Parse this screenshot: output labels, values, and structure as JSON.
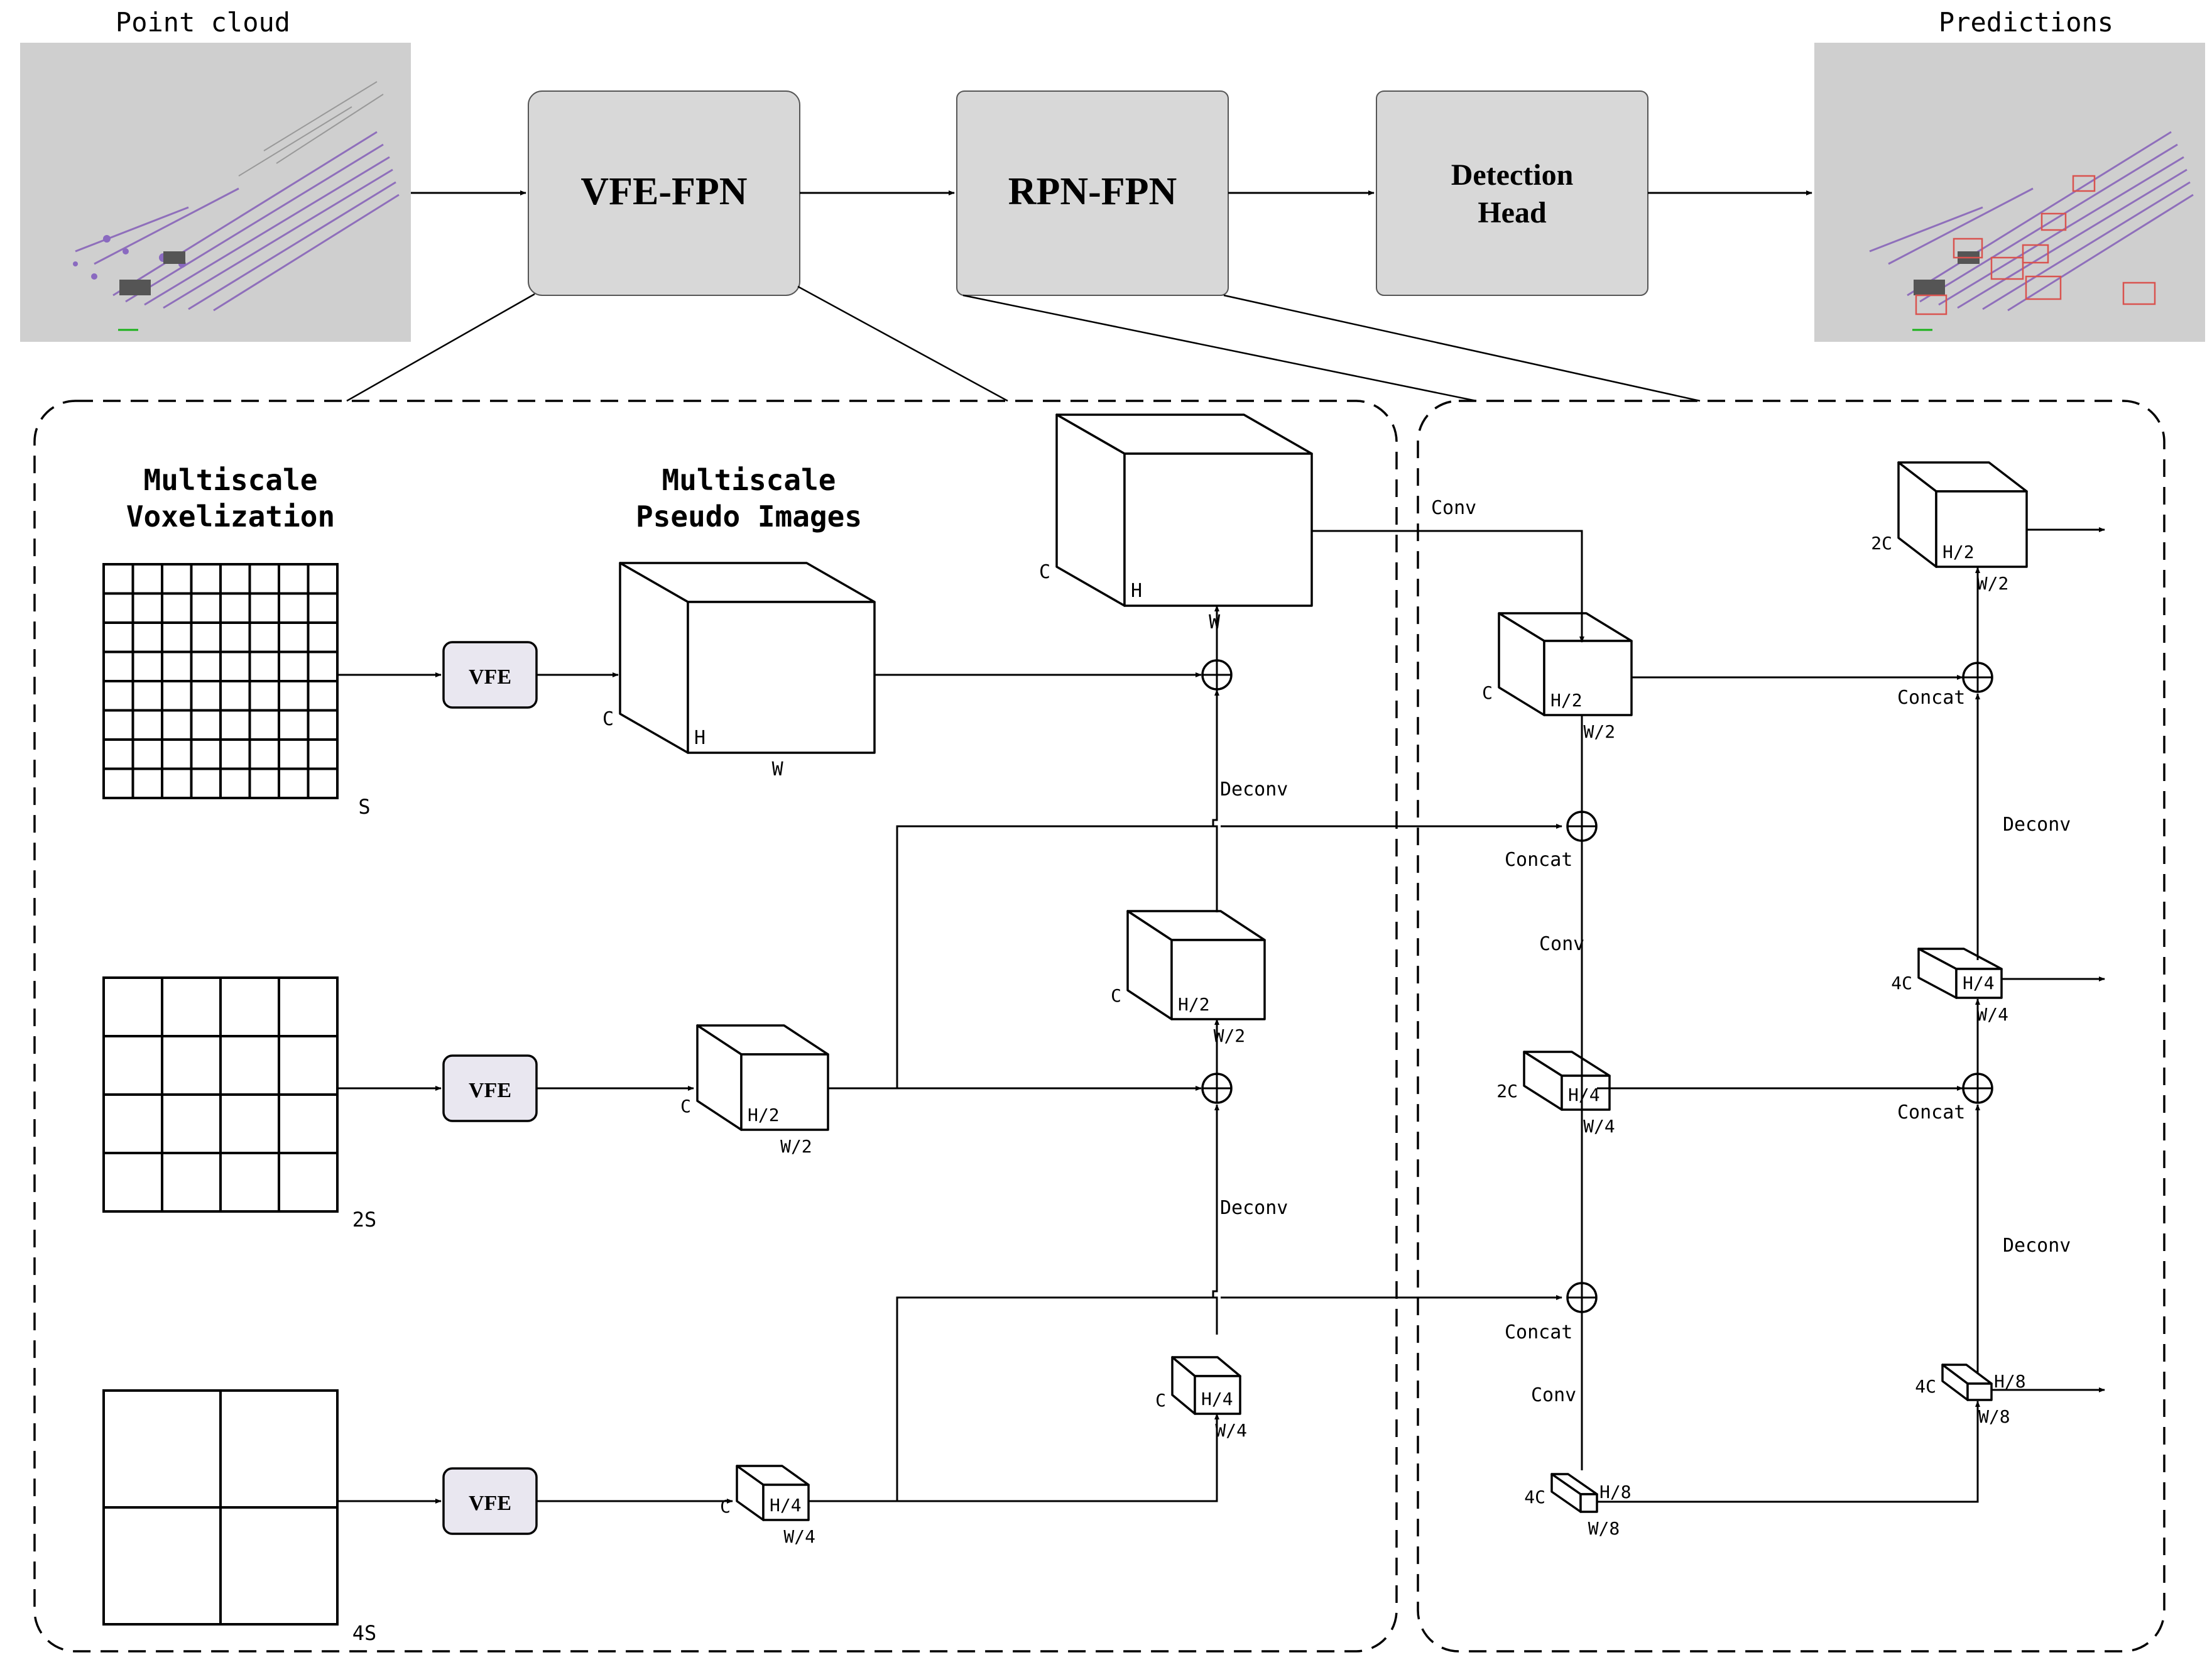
{
  "top": {
    "point_cloud_title": "Point cloud",
    "predictions_title": "Predictions",
    "vfe_fpn": "VFE-FPN",
    "rpn_fpn": "RPN-FPN",
    "detection_head_line1": "Detection",
    "detection_head_line2": "Head"
  },
  "vfe_panel": {
    "voxelization_line1": "Multiscale",
    "voxelization_line2": "Voxelization",
    "pseudo_line1": "Multiscale",
    "pseudo_line2": "Pseudo Images",
    "grid_labels": [
      "S",
      "2S",
      "4S"
    ],
    "vfe_label": "VFE",
    "deconv": "Deconv"
  },
  "rpn_panel": {
    "conv": "Conv",
    "concat": "Concat",
    "deconv": "Deconv"
  },
  "dims": {
    "C": "C",
    "H": "H",
    "W": "W",
    "H2": "H/2",
    "W2": "W/2",
    "H4": "H/4",
    "W4": "W/4",
    "H8": "H/8",
    "W8": "W/8",
    "C2": "2C",
    "C4": "4C"
  },
  "colors": {
    "block_fill": "#d8d8d8",
    "vfe_fill": "#e9e7f0",
    "thumbnail_bg": "#cfcfcf",
    "points": "#7a4fb5",
    "boxes": "#d9534f"
  }
}
